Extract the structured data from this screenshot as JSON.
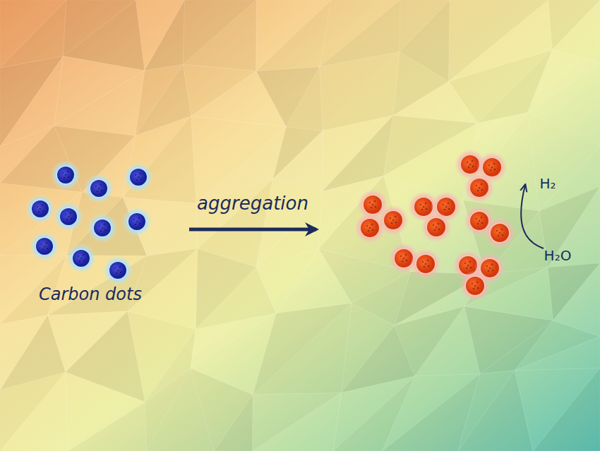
{
  "diagram": {
    "labels": [
      "Carbon dots",
      "aggregation",
      "H₂",
      "H₂O"
    ]
  }
}
